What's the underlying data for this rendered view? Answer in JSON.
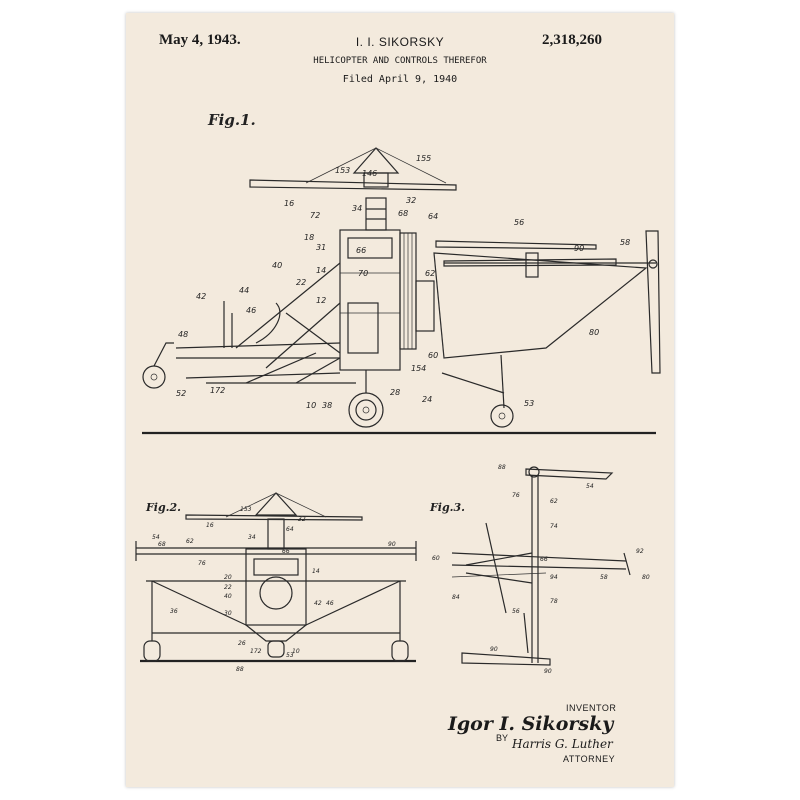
{
  "header": {
    "date": "May 4, 1943.",
    "inventor": "I. I. SIKORSKY",
    "patent_number": "2,318,260",
    "title": "HELICOPTER AND CONTROLS THEREFOR",
    "filed": "Filed April 9, 1940"
  },
  "figures": {
    "fig1": "Fig.1.",
    "fig2": "Fig.2.",
    "fig3": "Fig.3."
  },
  "signature": {
    "inventor_label": "INVENTOR",
    "inventor_signature": "Igor I. Sikorsky",
    "by": "BY",
    "attorney_signature": "Harris G. Luther",
    "attorney_label": "ATTORNEY"
  },
  "reference_numbers": {
    "fig1": [
      "153",
      "146",
      "155",
      "16",
      "34",
      "32",
      "72",
      "68",
      "64",
      "18",
      "31",
      "66",
      "56",
      "90",
      "58",
      "42",
      "44",
      "40",
      "14",
      "70",
      "62",
      "22",
      "46",
      "12",
      "48",
      "80",
      "60",
      "154",
      "52",
      "172",
      "10",
      "38",
      "28",
      "24",
      "53"
    ],
    "fig2": [
      "153",
      "32",
      "16",
      "34",
      "64",
      "54",
      "68",
      "62",
      "66",
      "90",
      "76",
      "14",
      "20",
      "22",
      "40",
      "30",
      "36",
      "42",
      "46",
      "26",
      "172",
      "10",
      "53",
      "88"
    ],
    "fig3": [
      "88",
      "54",
      "76",
      "62",
      "74",
      "60",
      "66",
      "94",
      "92",
      "58",
      "80",
      "84",
      "78",
      "56",
      "90"
    ]
  }
}
